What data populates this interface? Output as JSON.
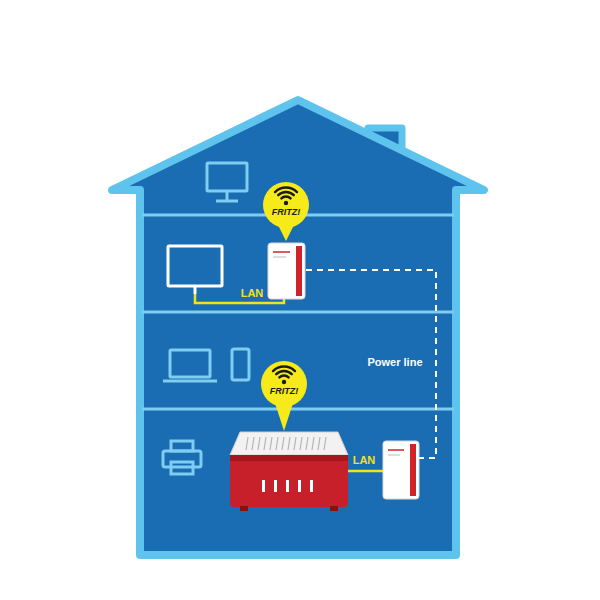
{
  "diagram": {
    "nodes": [
      {
        "text": [
          "FRITZ!"
        ]
      },
      {
        "text": [
          "FRITZ!"
        ]
      }
    ],
    "labels": [
      "LAN",
      "Power line",
      "LAN"
    ]
  }
}
